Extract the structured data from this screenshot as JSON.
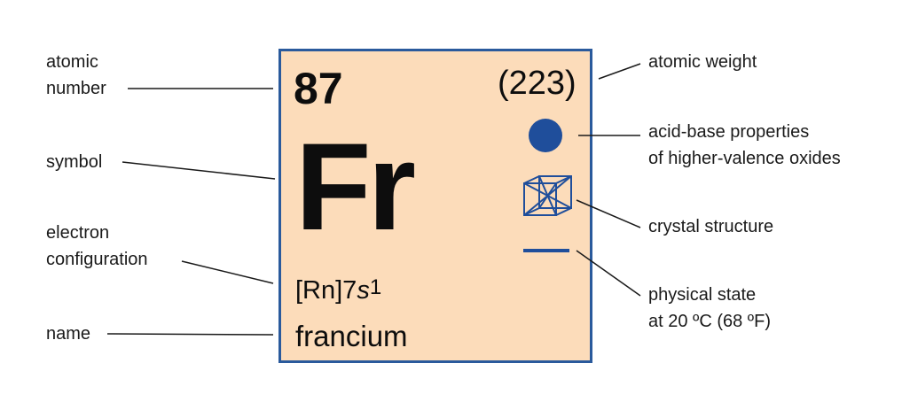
{
  "element": {
    "atomic_number": "87",
    "atomic_weight": "(223)",
    "symbol": "Fr",
    "configuration": {
      "core": "[Rn]7",
      "orbital": "s",
      "electrons": "1"
    },
    "name": "francium"
  },
  "callouts": {
    "atomic_number": [
      "atomic",
      "number"
    ],
    "symbol": [
      "symbol"
    ],
    "electron_configuration": [
      "electron",
      "configuration"
    ],
    "name": [
      "name"
    ],
    "atomic_weight": [
      "atomic weight"
    ],
    "acid_base": [
      "acid-base properties",
      "of higher-valence oxides"
    ],
    "crystal_structure": [
      "crystal structure"
    ],
    "physical_state": [
      "physical state",
      "at 20 ºC (68 ºF)"
    ]
  },
  "icons": {
    "acid_base": "filled-circle-icon",
    "crystal_structure": "body-centered-cubic-icon",
    "physical_state": "solid-bar-icon"
  },
  "colors": {
    "tile_background": "#fcdcba",
    "tile_border": "#2a5a9c",
    "icon": "#1f4e9b"
  }
}
